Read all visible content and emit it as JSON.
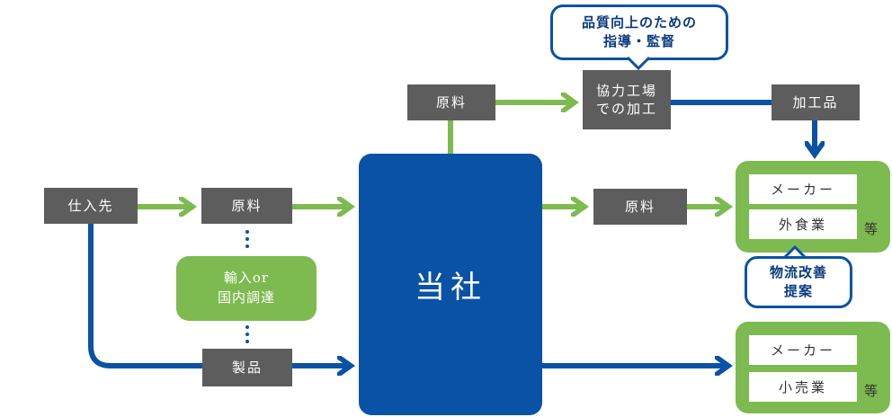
{
  "diagram": {
    "supplier": "仕入先",
    "raw_in": "原料",
    "import_or_domestic": [
      "輸入or",
      "国内調達"
    ],
    "product_in": "製品",
    "company": "当社",
    "raw_top": "原料",
    "partner_factory": [
      "協力工場",
      "での加工"
    ],
    "guidance_bubble": [
      "品質向上のための",
      "指導・監督"
    ],
    "processed_goods": "加工品",
    "raw_out": "原料",
    "customers_food": {
      "maker": "メーカー",
      "restaurant": "外食業",
      "etc": "等"
    },
    "logistics_bubble": [
      "物流改善",
      "提案"
    ],
    "customers_retail": {
      "maker": "メーカー",
      "retail": "小売業",
      "etc": "等"
    }
  },
  "colors": {
    "green": "#7dba50",
    "blue": "#0a52a5",
    "gray": "#5d5d5d"
  }
}
